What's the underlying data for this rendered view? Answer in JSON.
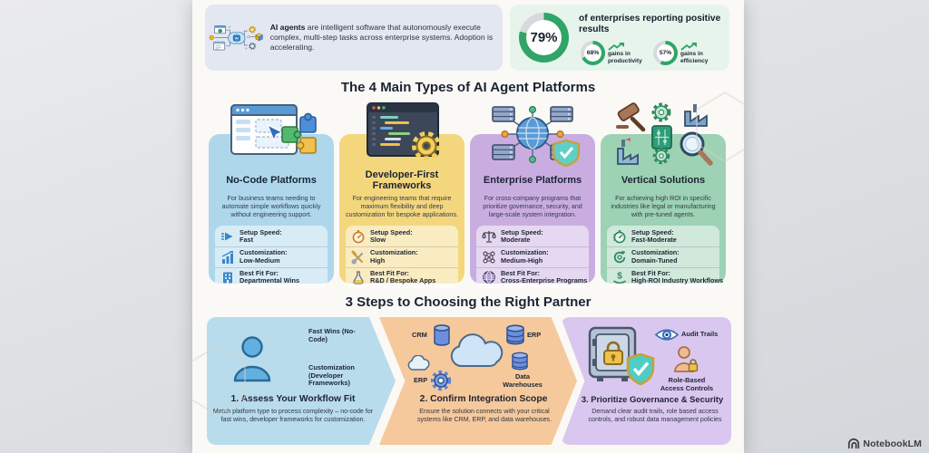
{
  "brand": {
    "name": "NotebookLM"
  },
  "intro": {
    "lead": "AI agents",
    "rest": " are intelligent software that autonomously execute complex, multi-step tasks across enterprise systems. Adoption is accelerating."
  },
  "stats": {
    "main": {
      "percent": "79%",
      "value": 79,
      "headline": "of enterprises reporting positive results"
    },
    "sub": [
      {
        "percent": "68%",
        "value": 68,
        "label": "gains in productivity"
      },
      {
        "percent": "57%",
        "value": 57,
        "label": "gains in efficiency"
      }
    ]
  },
  "sections": {
    "types_title": "The 4 Main Types of AI Agent Platforms",
    "steps_title": "3 Steps to Choosing the Right Partner"
  },
  "cards": [
    {
      "title": "No-Code Platforms",
      "description": "For business teams needing to automate simple workflows quickly without engineering support.",
      "art_icon": "browser-window-puzzle-icon",
      "stats": [
        {
          "icon": "speed-arrow-icon",
          "label": "Setup Speed:",
          "value": "Fast"
        },
        {
          "icon": "bar-chart-icon",
          "label": "Customization:",
          "value": "Low-Medium"
        },
        {
          "icon": "building-icon",
          "label": "Best Fit For:",
          "value": "Departmental Wins"
        }
      ]
    },
    {
      "title": "Developer-First Frameworks",
      "description": "For engineering teams that require maximum flexibility and deep customization for bespoke applications.",
      "art_icon": "code-editor-gear-icon",
      "stats": [
        {
          "icon": "stopwatch-icon",
          "label": "Setup Speed:",
          "value": "Slow"
        },
        {
          "icon": "tools-icon",
          "label": "Customization:",
          "value": "High"
        },
        {
          "icon": "flask-icon",
          "label": "Best Fit For:",
          "value": "R&D / Bespoke Apps"
        }
      ]
    },
    {
      "title": "Enterprise Platforms",
      "description": "For cross-company programs that prioritize governance, security, and large-scale system integration.",
      "art_icon": "globe-network-shield-icon",
      "stats": [
        {
          "icon": "balance-scale-icon",
          "label": "Setup Speed:",
          "value": "Moderate"
        },
        {
          "icon": "network-nodes-icon",
          "label": "Customization:",
          "value": "Medium-High"
        },
        {
          "icon": "globe-icon",
          "label": "Best Fit For:",
          "value": "Cross-Enterprise Programs"
        }
      ]
    },
    {
      "title": "Vertical Solutions",
      "description": "For achieving high ROI in specific industries like legal or manufacturing with pre-tuned agents.",
      "art_icon": "industry-gavel-magnifier-icon",
      "stats": [
        {
          "icon": "stopwatch-icon",
          "label": "Setup Speed:",
          "value": "Fast-Moderate"
        },
        {
          "icon": "refresh-tune-icon",
          "label": "Customization:",
          "value": "Domain-Tuned"
        },
        {
          "icon": "dollar-hand-icon",
          "label": "Best Fit For:",
          "value": "High-ROI Industry Workflows"
        }
      ]
    }
  ],
  "steps": [
    {
      "title": "1. Assess Your Workflow Fit",
      "description": "Match platform type to process complexity – no-code for fast wins, developer frameworks for customization.",
      "labels": [
        "Fast Wins (No-Code)",
        "Customization (Developer Frameworks)"
      ]
    },
    {
      "title": "2. Confirm Integration Scope",
      "description": "Ensure the solution connects with your critical systems like CRM, ERP, and data warehouses.",
      "labels": [
        "CRM",
        "ERP",
        "ERP",
        "Data Warehouses"
      ]
    },
    {
      "title": "3. Prioritize Governance & Security",
      "description": "Demand clear audit trails, role based access controls, and robust data management policies",
      "labels": [
        "Audit Trails",
        "Role-Based Access Controls"
      ]
    }
  ],
  "colors": {
    "accent_green": "#2fa567",
    "donut_track": "#d7dadc",
    "card_blue": "#aed7ec",
    "card_yellow": "#f4d77d",
    "card_purple": "#c9ade0",
    "card_green": "#9dd2b4",
    "step_blue": "#b8dcec",
    "step_orange": "#f6c99c",
    "step_purple": "#dac7ef"
  }
}
